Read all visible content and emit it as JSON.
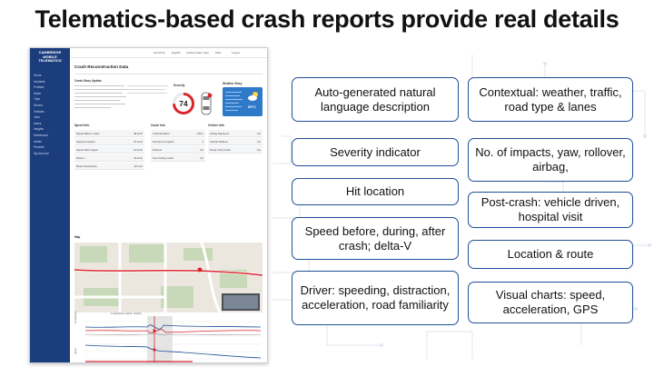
{
  "slide_title": "Telematics-based crash reports provide real details",
  "app": {
    "logo_text": "CAMBRIDGE MOBILE TELEMATICS",
    "nav_items": [
      "Home",
      "Incidents",
      "Portfolio",
      "Mode",
      "Trips",
      "Drivers",
      "Vehicles",
      "Jobs",
      "Users",
      "Insights",
      "Dashboard",
      "Admin",
      "Provider",
      "My Account"
    ],
    "topbar": [
      "Ad Admin",
      "English",
      "Incident Date Type",
      "Filter",
      "Logout"
    ],
    "page_heading": "Crash Reconstruction Data",
    "summary_heading": "Crash Story Update",
    "severity_label": "Severity",
    "severity_value": "74",
    "weather_label": "Weather Story",
    "weather_temp": "59°C",
    "speed_info_heading": "Speed Info",
    "speed_rows": [
      {
        "label": "Speed Before Crash",
        "value": "48 km/h"
      },
      {
        "label": "Speed At Impact",
        "value": "47 km/h"
      },
      {
        "label": "Speed After Impact",
        "value": "14 km/h"
      },
      {
        "label": "Delta-V",
        "value": "33 km/h"
      },
      {
        "label": "Mean Acceleration",
        "value": "22 m/s²"
      }
    ],
    "crash_info_heading": "Crash Info",
    "crash_rows": [
      {
        "label": "Crash Duration",
        "value": "1.83 s"
      },
      {
        "label": "Number of Impacts",
        "value": "1"
      },
      {
        "label": "Rollover",
        "value": "No"
      },
      {
        "label": "Non-Towing Crash",
        "value": "No"
      }
    ],
    "vehicle_info_heading": "Vehicle Info",
    "vehicle_rows": [
      {
        "label": "Airbag Deployed",
        "value": "No"
      },
      {
        "label": "Vehicle Rollover",
        "value": "No"
      },
      {
        "label": "Driven Post Crash",
        "value": "Yes"
      }
    ],
    "map_heading": "Map",
    "legend": [
      "Longitudinal",
      "Lateral",
      "Vertical"
    ],
    "chart_labels": [
      "Acceleration",
      "Speed"
    ]
  },
  "features": [
    {
      "id": "nlg",
      "text": "Auto-generated natural language description"
    },
    {
      "id": "context",
      "text": "Contextual: weather, traffic, road type & lanes"
    },
    {
      "id": "severity",
      "text": "Severity indicator"
    },
    {
      "id": "impacts",
      "text": "No. of impacts, yaw, rollover, airbag,"
    },
    {
      "id": "hit",
      "text": "Hit location"
    },
    {
      "id": "post",
      "text": "Post-crash: vehicle driven, hospital visit"
    },
    {
      "id": "speed",
      "text": "Speed before, during, after crash; delta-V"
    },
    {
      "id": "location",
      "text": "Location & route"
    },
    {
      "id": "driver",
      "text": "Driver: speeding, distraction, acceleration, road familiarity"
    },
    {
      "id": "charts",
      "text": "Visual charts: speed, acceleration, GPS"
    }
  ],
  "colors": {
    "accent": "#1f4e98",
    "sidebar": "#1c3d7c",
    "severity": "#d9262c",
    "weather": "#2f79c9"
  }
}
